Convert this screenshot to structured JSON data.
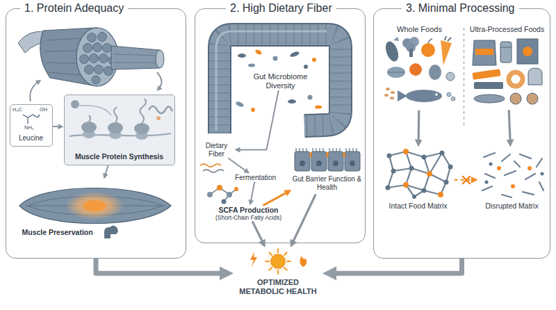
{
  "diagram": {
    "nodes": [
      {
        "text": [
          "1. Protein Adequacy"
        ]
      },
      {
        "text": [
          "Leucine"
        ],
        "in": 0
      },
      {
        "text": [
          "Muscle Protein Synthesis"
        ],
        "in": 0
      },
      {
        "text": [
          "Muscle Preservation"
        ],
        "in": 0
      },
      {
        "text": [
          "2. High Dietary Fiber"
        ]
      },
      {
        "text": [
          "Gut Microbiome Diversity"
        ],
        "in": 4
      },
      {
        "text": [
          "Dietary Fiber"
        ],
        "in": 4
      },
      {
        "text": [
          "Fermentation"
        ],
        "in": 4
      },
      {
        "text": [
          "SCFA Production",
          "(Short-Chain Fatty Acids)"
        ],
        "in": 4
      },
      {
        "text": [
          "Gut Barrier Function & Health"
        ],
        "in": 4
      },
      {
        "text": [
          "3. Minimal Processing"
        ]
      },
      {
        "text": [
          "Whole Foods"
        ],
        "in": 10
      },
      {
        "text": [
          "Ultra-Processed Foods"
        ],
        "in": 10
      },
      {
        "text": [
          "Intact Food Matrix"
        ],
        "in": 10
      },
      {
        "text": [
          "Disrupted Matrix"
        ],
        "in": 10
      },
      {
        "text": [
          "OPTIMIZED METABOLIC HEALTH"
        ]
      }
    ],
    "edges": [
      {
        "from": 1,
        "to": 2,
        "arrow": "to"
      },
      {
        "from": 2,
        "to": 3,
        "arrow": "to"
      },
      {
        "from": 5,
        "to": 6,
        "arrow": "to"
      },
      {
        "from": 6,
        "to": 7,
        "arrow": "to"
      },
      {
        "from": 7,
        "to": 8,
        "arrow": "to"
      },
      {
        "from": 8,
        "to": 9,
        "arrow": "to"
      },
      {
        "from": 8,
        "to": 15,
        "arrow": "to"
      },
      {
        "from": 9,
        "to": 15,
        "arrow": "to"
      },
      {
        "from": 11,
        "to": 13,
        "arrow": "to"
      },
      {
        "from": 12,
        "to": 14,
        "arrow": "to"
      },
      {
        "from": 13,
        "to": 14,
        "arrow": "to"
      },
      {
        "from": 0,
        "to": 15,
        "arrow": "to"
      },
      {
        "from": 10,
        "to": 15,
        "arrow": "to"
      }
    ],
    "labels": [
      "H₃C",
      "OH",
      "NH₂"
    ]
  }
}
